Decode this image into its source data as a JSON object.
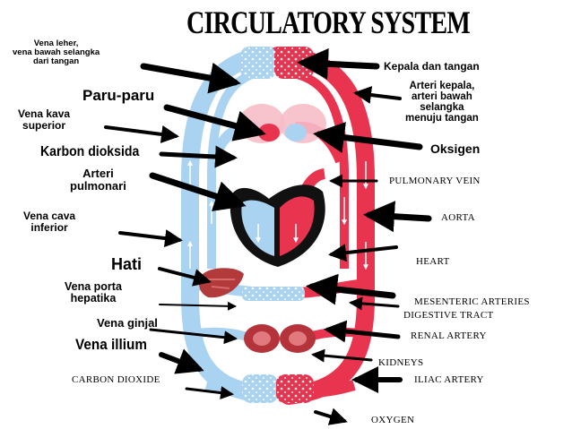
{
  "title": "CIRCULATORY SYSTEM",
  "left_labels": {
    "neck_veins": [
      "Vena leher,",
      "vena bawah selangka",
      "dari tangan"
    ],
    "lungs": "Paru-paru",
    "superior_vena_cava": [
      "Vena kava",
      "superior"
    ],
    "carbon_dioxide_id": "Karbon dioksida",
    "pulmonary_artery": [
      "Arteri",
      "pulmonari"
    ],
    "inferior_vena_cava": [
      "Vena cava",
      "inferior"
    ],
    "liver": "Hati",
    "hepatic_portal_vein": [
      "Vena porta",
      "hepatika"
    ],
    "renal_vein": "Vena ginjal",
    "iliac_vein": "Vena illium",
    "carbon_dioxide": "CARBON DIOXIDE"
  },
  "right_labels": {
    "head_arms": "Kepala dan tangan",
    "head_arteries": [
      "Arteri kepala,",
      "arteri bawah",
      "selangka",
      "menuju tangan"
    ],
    "oxygen_id": "Oksigen",
    "pulmonary_vein": "PULMONARY VEIN",
    "aorta": "AORTA",
    "heart": "HEART",
    "mesenteric_arteries": "MESENTERIC ARTERIES",
    "digestive_tract": "DIGESTIVE TRACT",
    "renal_artery": "RENAL ARTERY",
    "kidneys": "KIDNEYS",
    "iliac_artery": "ILIAC ARTERY",
    "oxygen": "OXYGEN"
  },
  "colors": {
    "deoxygenated": "#a9d3f1",
    "oxygenated": "#e8344f",
    "heart_dark": "#111111",
    "lungs": "#f6bcc8",
    "liver": "#b23a3a",
    "kidney": "#b5333a"
  }
}
